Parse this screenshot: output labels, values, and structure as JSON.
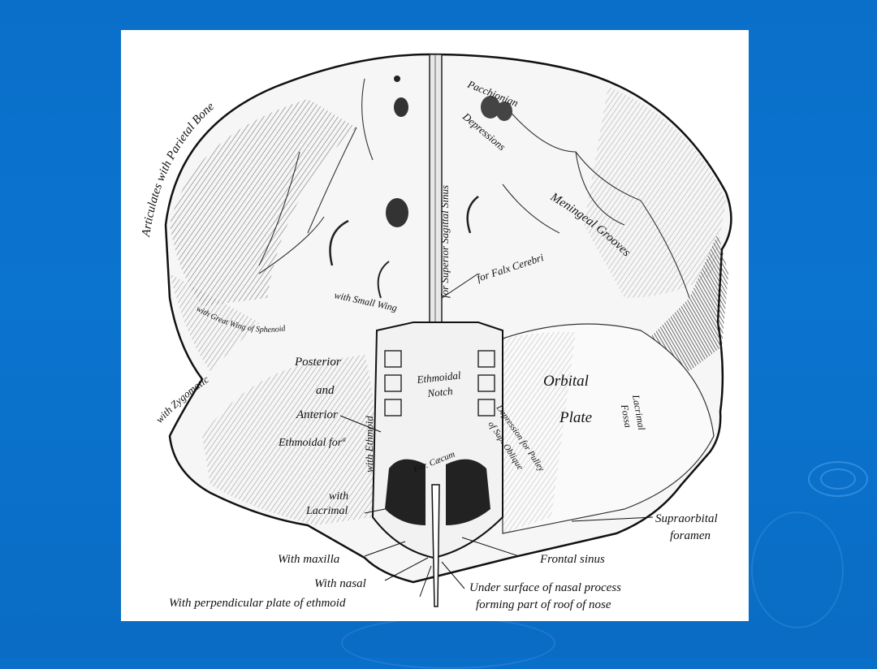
{
  "slide": {
    "background_color": "#0a6fc9",
    "panel_color": "#ffffff"
  },
  "figure": {
    "labels": {
      "parietal": "Articulates with Parietal Bone",
      "sagittal": "for Superior Sagittal Sinus",
      "pacchionian_1": "Pacchionian",
      "pacchionian_2": "Depressions",
      "meningeal": "Meningeal Grooves",
      "falx": "for Falx Cerebri",
      "small_wing": "with Small Wing",
      "great_wing": "with Great Wing of Sphenoid",
      "zygomatic": "with Zygomatic",
      "posterior": "Posterior",
      "and": "and",
      "anterior": "Anterior",
      "ethmoidal_for": "Ethmoidal forª",
      "with_ethmoid": "with Ethmoid",
      "ethmoidal_notch_1": "Ethmoidal",
      "ethmoidal_notch_2": "Notch",
      "for_caecum": "For. Cæcum",
      "orbital": "Orbital",
      "plate": "Plate",
      "lacrimal_fossa_1": "Lacrimal",
      "lacrimal_fossa_2": "Fossa",
      "pulley_1": "Depression for Pulley",
      "pulley_2": "of Sup. Oblique",
      "with_lacrimal_1": "with",
      "with_lacrimal_2": "Lacrimal",
      "supraorbital_1": "Supraorbital",
      "supraorbital_2": "foramen",
      "maxilla": "With maxilla",
      "frontal_sinus": "Frontal sinus",
      "nasal": "With nasal",
      "perpendicular": "With perpendicular plate of ethmoid",
      "under_surface_1": "Under surface of nasal process",
      "under_surface_2": "forming part of roof of nose"
    }
  }
}
